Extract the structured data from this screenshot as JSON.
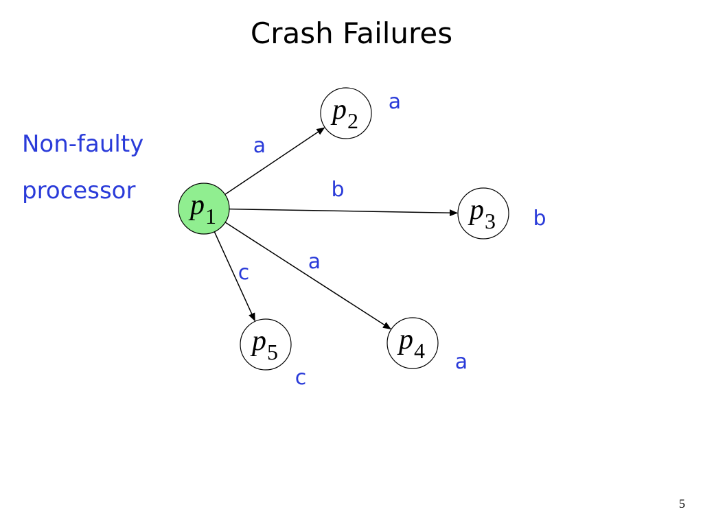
{
  "slide": {
    "title": "Crash Failures",
    "side_label_line1": "Non-faulty",
    "side_label_line2": "processor",
    "page_number": "5"
  },
  "colors": {
    "message_text": "#2a3bd9",
    "faulty_node_fill": "#90ee90",
    "node_fill": "#ffffff",
    "edge": "#000000"
  },
  "nodes": [
    {
      "id": "p1",
      "base": "p",
      "sub": "1",
      "highlight": true
    },
    {
      "id": "p2",
      "base": "p",
      "sub": "2",
      "highlight": false
    },
    {
      "id": "p3",
      "base": "p",
      "sub": "3",
      "highlight": false
    },
    {
      "id": "p4",
      "base": "p",
      "sub": "4",
      "highlight": false
    },
    {
      "id": "p5",
      "base": "p",
      "sub": "5",
      "highlight": false
    }
  ],
  "edges": [
    {
      "from": "p1",
      "to": "p2",
      "label": "a"
    },
    {
      "from": "p1",
      "to": "p3",
      "label": "b"
    },
    {
      "from": "p1",
      "to": "p4",
      "label": "a"
    },
    {
      "from": "p1",
      "to": "p5",
      "label": "c"
    }
  ],
  "received": [
    {
      "node": "p2",
      "value": "a"
    },
    {
      "node": "p3",
      "value": "b"
    },
    {
      "node": "p4",
      "value": "a"
    },
    {
      "node": "p5",
      "value": "c"
    }
  ]
}
